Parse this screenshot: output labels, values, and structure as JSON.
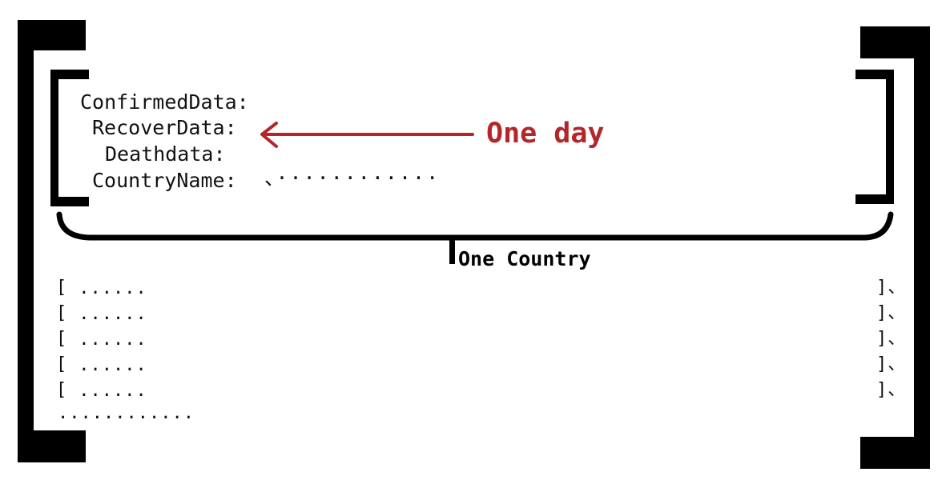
{
  "fields": [
    {
      "label": "ConfirmedData:"
    },
    {
      "label": "RecoverData:"
    },
    {
      "label": "Deathdata:"
    },
    {
      "label": "CountryName:",
      "value": "、············"
    }
  ],
  "annotations": {
    "one_day": "One day",
    "one_country": "One Country"
  },
  "rows": [
    {
      "open": "[",
      "content": " ······",
      "close": "]、"
    },
    {
      "open": "[",
      "content": " ······",
      "close": "]、"
    },
    {
      "open": "[",
      "content": " ······",
      "close": "]、"
    },
    {
      "open": "[",
      "content": " ······",
      "close": "]、"
    },
    {
      "open": "[",
      "content": " ······",
      "close": "]、"
    }
  ],
  "ellipsis_row": "············",
  "colors": {
    "bracket": "#000000",
    "arrow": "#b3262a",
    "annotation_red": "#b3262a"
  }
}
